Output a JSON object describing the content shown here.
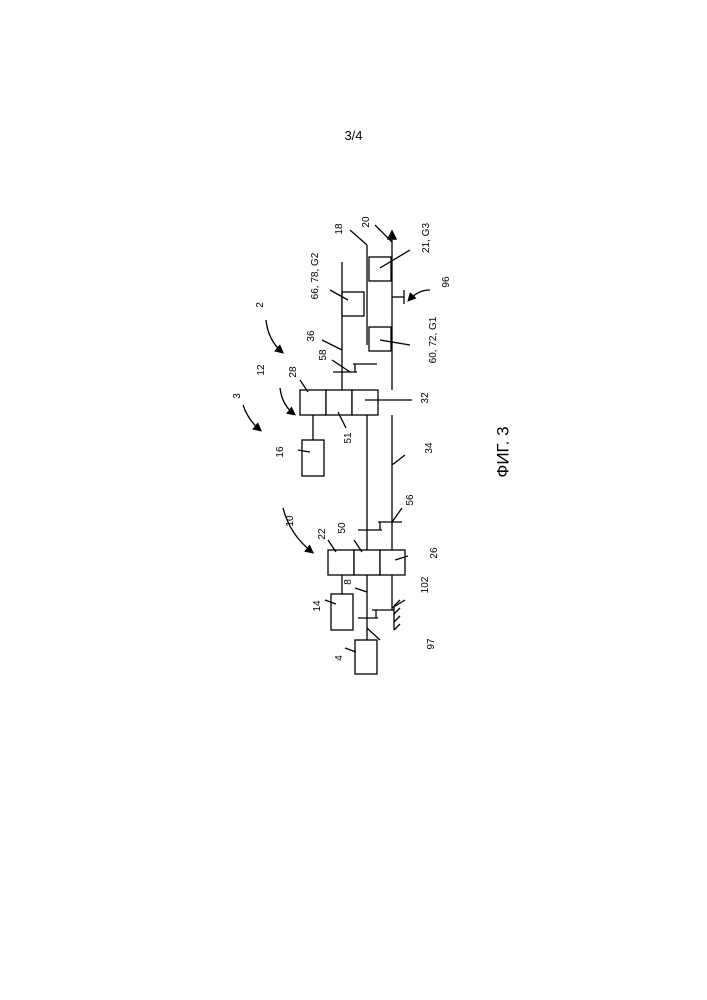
{
  "page": {
    "number": "3/4",
    "figure_caption": "ФИГ. 3"
  },
  "diagram": {
    "labels": {
      "l4": "4",
      "l14": "14",
      "l8": "8",
      "l97": "97",
      "l102": "102",
      "l10": "10",
      "l22": "22",
      "l50": "50",
      "l26": "26",
      "l56": "56",
      "l34": "34",
      "l16": "16",
      "l3": "3",
      "l12": "12",
      "l28": "28",
      "l51": "51",
      "l32": "32",
      "l58": "58",
      "l36": "36",
      "l2": "2",
      "l66": "66, 78, G2",
      "l60": "60, 72, G1",
      "l96": "96",
      "l18": "18",
      "l20": "20",
      "l21": "21, G3"
    }
  }
}
